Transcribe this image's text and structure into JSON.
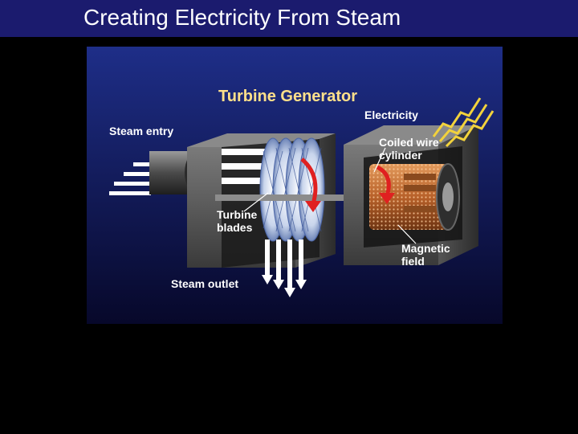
{
  "slide": {
    "title": "Creating Electricity From Steam"
  },
  "diagram": {
    "heading": "Turbine Generator",
    "labels": {
      "electricity": "Electricity",
      "steam_entry": "Steam entry",
      "coiled_wire_line1": "Coiled wire",
      "coiled_wire_line2": "cylinder",
      "turbine_blades_line1": "Turbine",
      "turbine_blades_line2": "blades",
      "magnetic_field_line1": "Magnetic",
      "magnetic_field_line2": "field",
      "steam_outlet": "Steam outlet"
    },
    "colors": {
      "background_top": "#1e2e88",
      "background_bottom": "#07082a",
      "title_bar": "#1b1b6e",
      "heading": "#ffe08a",
      "arrow_red": "#e02020",
      "coil_copper": "#c8733a",
      "lightning": "#f2d23c"
    }
  }
}
